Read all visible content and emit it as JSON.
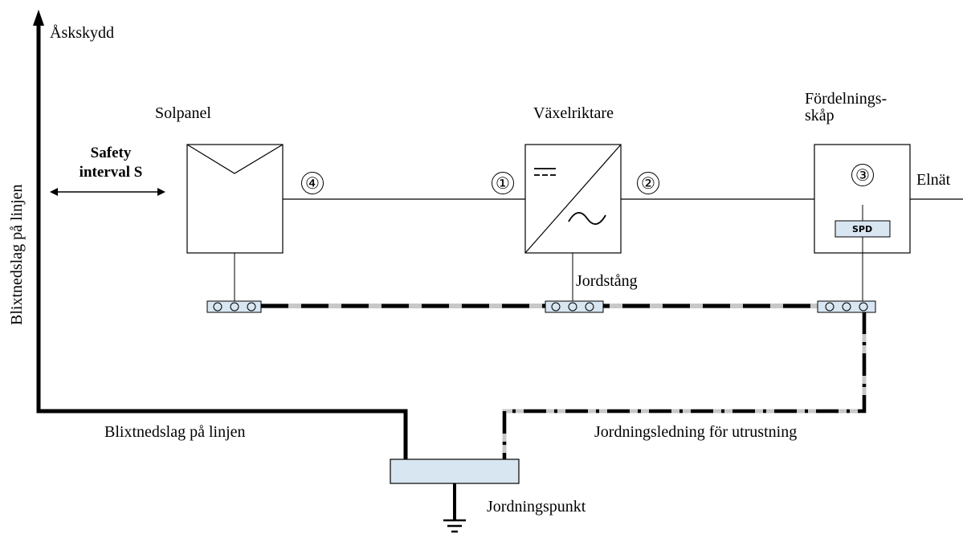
{
  "labels": {
    "lightning_protection": "Åskskydd",
    "lightning_on_line_vertical": "Blixtnedslag på linjen",
    "solar_panel": "Solpanel",
    "inverter": "Växelriktare",
    "distribution_cabinet_line1": "Fördelnings-",
    "distribution_cabinet_line2": "skåp",
    "grid": "Elnät",
    "safety_interval_line1": "Safety",
    "safety_interval_line2": "interval S",
    "ground_rod": "Jordstång",
    "lightning_on_line_horizontal": "Blixtnedslag på linjen",
    "equipment_ground_wire": "Jordningsledning för utrustning",
    "grounding_point": "Jordningspunkt",
    "spd": "SPD"
  },
  "markers": [
    "④",
    "①",
    "②",
    "③"
  ],
  "icons": [
    "dc-symbol",
    "ac-symbol",
    "ground-symbol",
    "arrow-up",
    "double-arrow"
  ]
}
